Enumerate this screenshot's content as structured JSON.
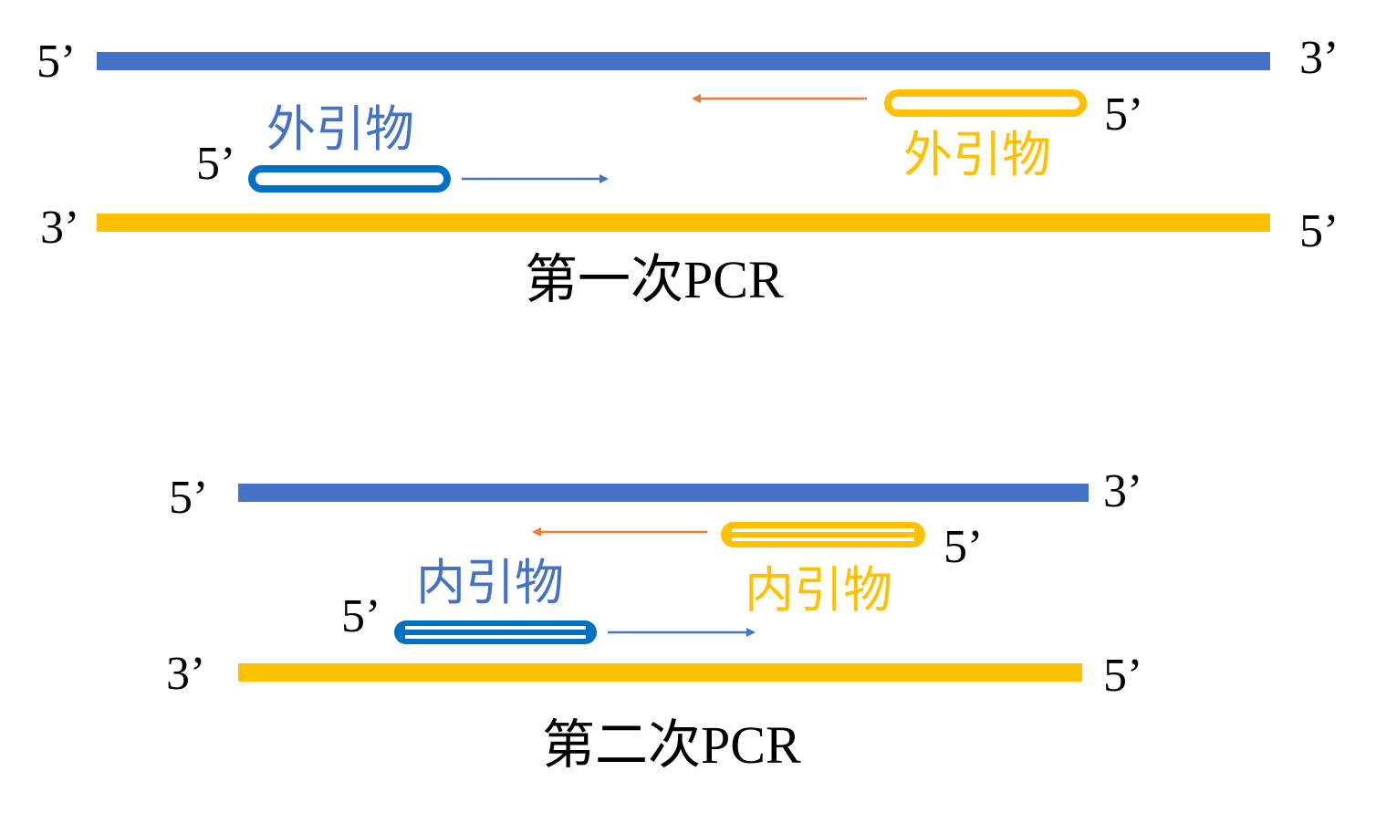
{
  "colors": {
    "top_strand": "#4472C4",
    "bottom_strand": "#FFC000",
    "forward_primer": "#0070C0",
    "forward_label": "#4472C4",
    "reverse_primer": "#FFC000",
    "reverse_label": "#FFC000",
    "forward_arrow": "#4472C4",
    "reverse_arrow": "#ED7D31",
    "text": "#000000"
  },
  "panels": [
    {
      "title": "第一次PCR",
      "top_strand": {
        "left_end": "5’",
        "right_end": "3’"
      },
      "bottom_strand": {
        "left_end": "3’",
        "right_end": "5’"
      },
      "forward_primer": {
        "label": "外引物",
        "end_label": "5’",
        "direction": "right"
      },
      "reverse_primer": {
        "label": "外引物",
        "end_label": "5’",
        "direction": "left"
      }
    },
    {
      "title": "第二次PCR",
      "top_strand": {
        "left_end": "5’",
        "right_end": "3’"
      },
      "bottom_strand": {
        "left_end": "3’",
        "right_end": "5’"
      },
      "forward_primer": {
        "label": "内引物",
        "end_label": "5’",
        "direction": "right"
      },
      "reverse_primer": {
        "label": "内引物",
        "end_label": "5’",
        "direction": "left"
      }
    }
  ]
}
